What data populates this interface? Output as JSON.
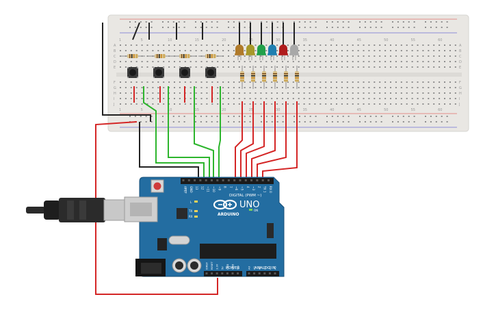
{
  "board": {
    "logo_text": "ARDUINO",
    "model": "UNO",
    "digital_label": "DIGITAL (PWM ~)",
    "power_label": "POWER",
    "analog_label": "ANALOG IN",
    "on_label": "ON",
    "l_label": "L",
    "tx_label": "TX",
    "rx_label": "RX",
    "digital_pins": [
      "AREF",
      "GND",
      "13",
      "12",
      "~11",
      "~10",
      "~9",
      "8",
      "7",
      "~6",
      "~5",
      "4",
      "~3",
      "2",
      "TX 1",
      "RX 0"
    ],
    "power_pins": [
      "IOREF",
      "RESET",
      "3.3V",
      "5V",
      "GND",
      "GND",
      "Vin"
    ],
    "analog_pins": [
      "A0",
      "A1",
      "A2",
      "A3",
      "A4",
      "A5"
    ]
  },
  "breadboard": {
    "column_numbers": [
      "1",
      "5",
      "10",
      "15",
      "20",
      "25",
      "30",
      "35",
      "40",
      "45",
      "50",
      "55",
      "60"
    ],
    "row_letters_top": [
      "A",
      "B",
      "C",
      "D",
      "E"
    ],
    "row_letters_bottom": [
      "F",
      "G",
      "H",
      "I",
      "J"
    ]
  },
  "components": {
    "pushbuttons": 4,
    "leds": [
      {
        "color": "#b07a2a"
      },
      {
        "color": "#a7982a"
      },
      {
        "color": "#22a04a"
      },
      {
        "color": "#1f7fb0"
      },
      {
        "color": "#b01c1c"
      },
      {
        "color": "#a8a8a8"
      }
    ],
    "resistors_button": 4,
    "resistors_led": 6
  },
  "colors": {
    "breadboard": "#e9e7e3",
    "board": "#236da1",
    "wire_red": "#d42525",
    "wire_green": "#2cb52c",
    "wire_black": "#222222"
  }
}
